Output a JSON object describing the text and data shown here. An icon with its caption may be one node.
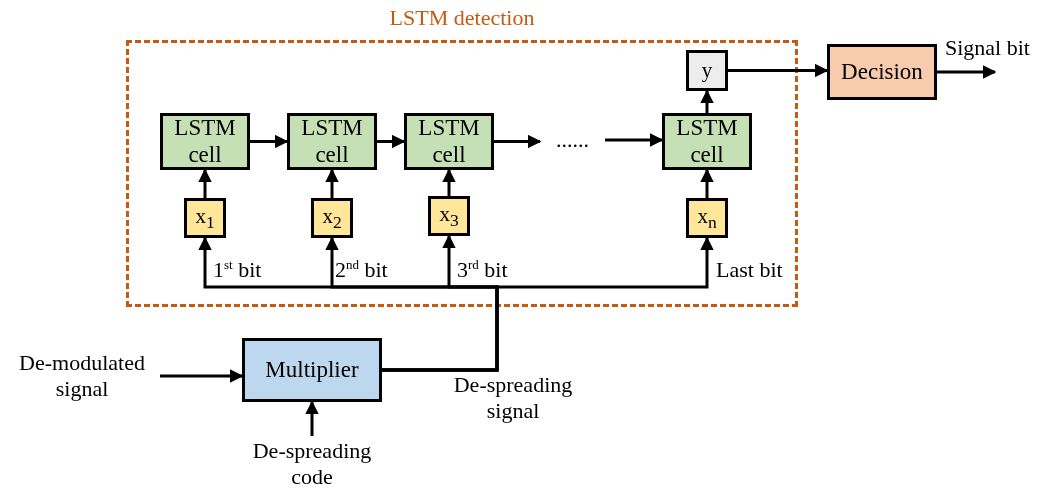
{
  "diagram": {
    "nodes": [
      {
        "text": [
          "LSTM detection"
        ]
      },
      {
        "text": [
          "LSTM cell"
        ],
        "in": 0
      },
      {
        "text": [
          "LSTM cell"
        ],
        "in": 0
      },
      {
        "text": [
          "LSTM cell"
        ],
        "in": 0
      },
      {
        "text": [
          "LSTM cell"
        ],
        "in": 0
      },
      {
        "text": [
          "y"
        ],
        "in": 0
      },
      {
        "text": [
          "x$_{1}$"
        ],
        "in": 0
      },
      {
        "text": [
          "x$_{2}$"
        ],
        "in": 0
      },
      {
        "text": [
          "x$_{3}$"
        ],
        "in": 0
      },
      {
        "text": [
          "x$_{n}$"
        ],
        "in": 0
      },
      {
        "text": [
          "......"
        ],
        "in": 0
      },
      {
        "text": [
          "Decision"
        ]
      },
      {
        "text": [
          "Multiplier"
        ]
      },
      {
        "text": [
          "De-modulated signal"
        ]
      },
      {
        "text": [
          "De-spreading code"
        ]
      }
    ],
    "edges": [
      {
        "from": 1,
        "to": 2,
        "arrow": "to"
      },
      {
        "from": 2,
        "to": 3,
        "arrow": "to"
      },
      {
        "from": 3,
        "to": 10,
        "arrow": "to"
      },
      {
        "from": 10,
        "to": 4,
        "arrow": "to"
      },
      {
        "from": 6,
        "to": 1,
        "arrow": "to"
      },
      {
        "from": 7,
        "to": 2,
        "arrow": "to"
      },
      {
        "from": 8,
        "to": 3,
        "arrow": "to"
      },
      {
        "from": 9,
        "to": 4,
        "arrow": "to"
      },
      {
        "from": 4,
        "to": 5,
        "arrow": "to"
      },
      {
        "from": 5,
        "to": 11,
        "arrow": "to"
      },
      {
        "from": 11,
        "to": null,
        "arrow": "to",
        "label": "Signal bit"
      },
      {
        "from": 13,
        "to": 12,
        "arrow": "to"
      },
      {
        "from": 14,
        "to": 12,
        "arrow": "to"
      },
      {
        "from": 12,
        "to": 6,
        "arrow": "to",
        "label": "1$^{st}$ bit"
      },
      {
        "from": 12,
        "to": 7,
        "arrow": "to",
        "label": "2$^{nd}$ bit"
      },
      {
        "from": 12,
        "to": 8,
        "arrow": "to",
        "label": "3$^{rd}$ bit"
      },
      {
        "from": 12,
        "to": 9,
        "arrow": "to",
        "label": "Last bit"
      }
    ],
    "labels": [
      "De-spreading signal"
    ]
  }
}
